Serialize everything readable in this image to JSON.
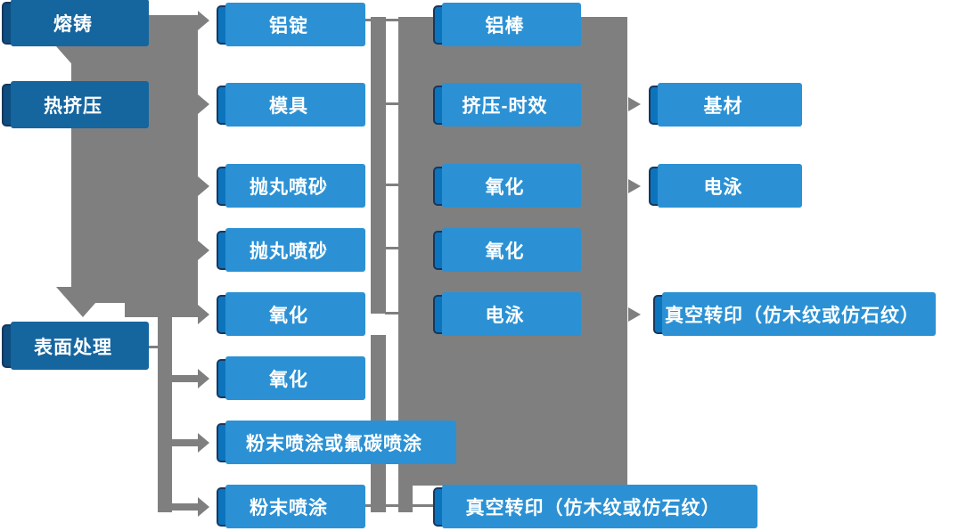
{
  "diagram_type": "process-flowchart",
  "colors": {
    "dark_blue_box": "#0d4d7f",
    "blue_box": "#0c74bd",
    "blue_highlight": "#2b91d4",
    "box_border": "#17375e",
    "connector_gray": "#7f7f7f",
    "box_text": "#ffffff",
    "background": "#ffffff"
  },
  "col1": [
    "熔铸",
    "热挤压",
    "表面处理"
  ],
  "col2": [
    "铝锭",
    "模具",
    "抛丸喷砂",
    "抛丸喷砂",
    "氧化",
    "氧化",
    "粉末喷涂或氟碳喷涂",
    "粉末喷涂"
  ],
  "col3": [
    "铝棒",
    "挤压-时效",
    "氧化",
    "氧化",
    "电泳",
    "真空转印（仿木纹或仿石纹）"
  ],
  "col4": [
    "基材",
    "电泳",
    "真空转印（仿木纹或仿石纹）"
  ]
}
